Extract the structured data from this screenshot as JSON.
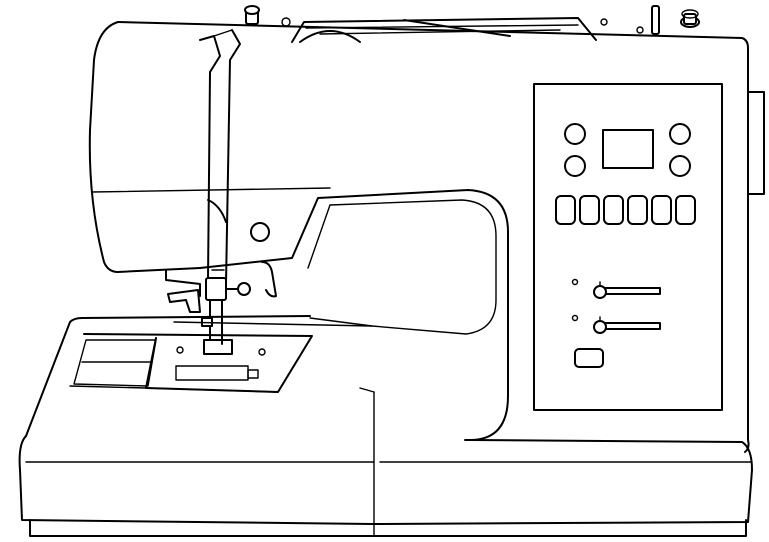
{
  "illustration": {
    "subject": "sewing-machine",
    "style": "black line drawing on white",
    "colors": {
      "line": "#000000",
      "background": "#ffffff"
    },
    "control_panel": {
      "round_buttons": 4,
      "display_screens": 1,
      "rect_buttons": 6,
      "sliders": 2,
      "small_button": 1
    }
  }
}
